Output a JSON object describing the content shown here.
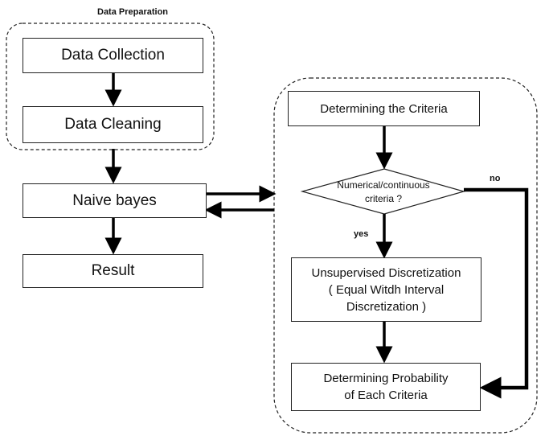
{
  "diagram": {
    "group_title": "Data Preparation",
    "nodes": {
      "data_collection": "Data Collection",
      "data_cleaning": "Data Cleaning",
      "naive_bayes": "Naive bayes",
      "result": "Result",
      "determining_criteria": "Determining the Criteria",
      "decision": "Numerical/continuous\ncriteria ?",
      "discretization": "Unsupervised Discretization\n( Equal Witdh Interval\nDiscretization )",
      "probability": "Determining Probability\nof Each Criteria"
    },
    "edge_labels": {
      "yes": "yes",
      "no": "no"
    }
  }
}
